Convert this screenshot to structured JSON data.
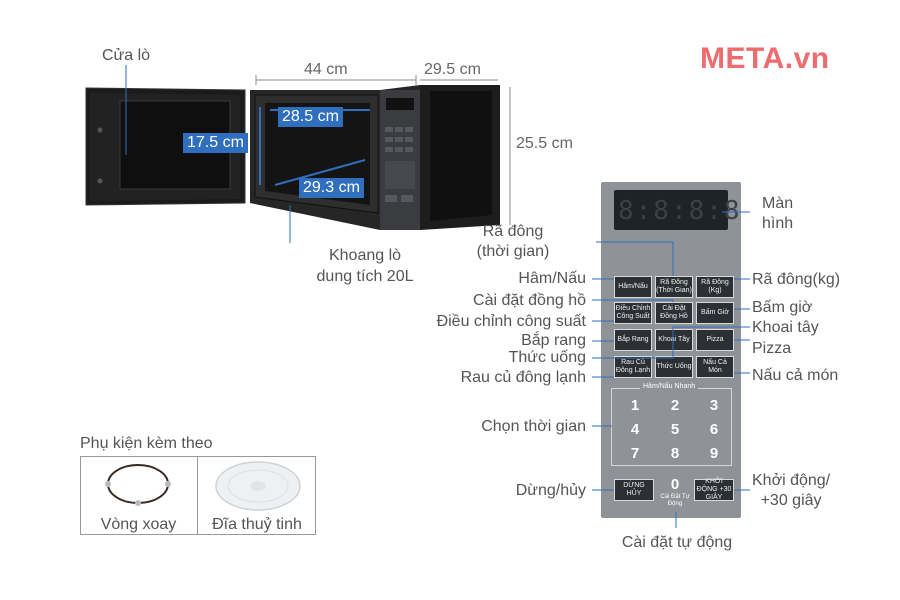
{
  "brand": "META.vn",
  "microwave": {
    "door_label": "Cửa lò",
    "width": "44 cm",
    "depth": "29.5 cm",
    "height": "25.5 cm",
    "cavity_width": "28.5 cm",
    "cavity_height": "17.5 cm",
    "cavity_depth": "29.3 cm",
    "cavity_caption_1": "Khoang lò",
    "cavity_caption_2": "dung tích 20L"
  },
  "panel": {
    "display_digits": "8:8:8:8",
    "display_label_1": "Màn",
    "display_label_2": "hình",
    "keys": {
      "ham_nau": "Hâm/Nấu",
      "ra_dong_tg": "Rã Đông (Thời Gian)",
      "ra_dong_kg": "Rã Đông (Kg)",
      "dieu_chinh": "Điều Chỉnh Công Suất",
      "cai_dat_dong_ho": "Cài Đặt Đồng Hồ",
      "bam_gio": "Bấm Giờ",
      "bap_rang": "Bắp Rang",
      "khoai_tay": "Khoai Tây",
      "pizza": "Pizza",
      "rau_cu": "Rau Củ Đông Lạnh",
      "thuc_uong": "Thức Uống",
      "nau_ca_mon": "Nấu Cả Món",
      "dung_huy": "DỪNG HỦY",
      "zero_sub": "Cài Đặt Tự Động",
      "khoi_dong": "KHỞI ĐỘNG +30 GIÂY"
    },
    "numpad_title": "Hâm/Nấu Nhanh",
    "numpad": [
      "1",
      "2",
      "3",
      "4",
      "5",
      "6",
      "7",
      "8",
      "9",
      "0"
    ]
  },
  "labels_left": {
    "ra_dong_tg_1": "Rã đông",
    "ra_dong_tg_2": "(thời gian)",
    "ham_nau": "Hâm/Nấu",
    "cai_dat_dong_ho": "Cài đặt đồng hồ",
    "dieu_chinh": "Điều chỉnh công suất",
    "bap_rang": "Bắp rang",
    "thuc_uong": "Thức uống",
    "rau_cu": "Rau củ đông lạnh",
    "chon_thoi_gian": "Chọn thời gian",
    "dung_huy": "Dừng/hủy"
  },
  "labels_right": {
    "ra_dong_kg": "Rã đông(kg)",
    "bam_gio": "Bấm giờ",
    "khoai_tay": "Khoai tây",
    "pizza": "Pizza",
    "nau_ca_mon": "Nấu cả món",
    "khoi_dong_1": "Khởi động/",
    "khoi_dong_2": "+30 giây"
  },
  "bottom_label": "Cài đặt tự động",
  "accessories": {
    "title": "Phụ kiện kèm theo",
    "items": [
      "Vòng xoay",
      "Đĩa thuỷ tinh"
    ]
  }
}
